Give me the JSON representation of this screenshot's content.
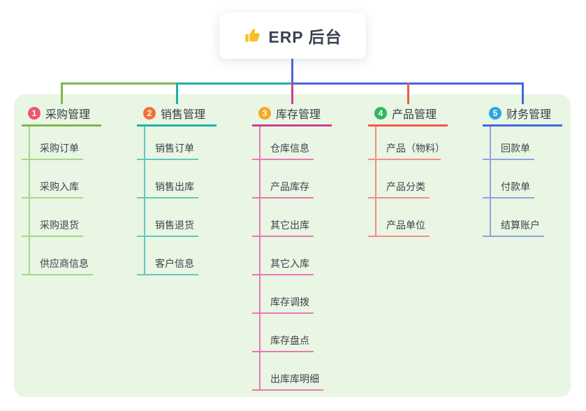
{
  "root": {
    "title": "ERP 后台",
    "icon": "thumbs-up-icon",
    "icon_color": "#f6bf26"
  },
  "canvas": {
    "background": "#ffffff",
    "panel_color": "#e8f6e3",
    "root_connector_color": "#4b66d9"
  },
  "branches": [
    {
      "index": "1",
      "label": "采购管理",
      "badge_color": "#f0566e",
      "line_color": "#7cb84e",
      "child_line_color": "#a6d687",
      "children": [
        "采购订单",
        "采购入库",
        "采购退货",
        "供应商信息"
      ]
    },
    {
      "index": "2",
      "label": "销售管理",
      "badge_color": "#f4703b",
      "line_color": "#23b0a5",
      "child_line_color": "#63c6bf",
      "children": [
        "销售订单",
        "销售出库",
        "销售退货",
        "客户信息"
      ]
    },
    {
      "index": "3",
      "label": "库存管理",
      "badge_color": "#f9a825",
      "line_color": "#ce3d97",
      "child_line_color": "#ea77b8",
      "children": [
        "仓库信息",
        "产品库存",
        "其它出库",
        "其它入库",
        "库存调拨",
        "库存盘点",
        "出库库明细"
      ]
    },
    {
      "index": "4",
      "label": "产品管理",
      "badge_color": "#33b761",
      "line_color": "#f4564f",
      "child_line_color": "#f58c85",
      "children": [
        "产品（物料）",
        "产品分类",
        "产品单位"
      ]
    },
    {
      "index": "5",
      "label": "财务管理",
      "badge_color": "#2ba7e0",
      "line_color": "#4466dd",
      "child_line_color": "#8ea3e0",
      "children": [
        "回款单",
        "付款单",
        "结算账户"
      ]
    }
  ]
}
